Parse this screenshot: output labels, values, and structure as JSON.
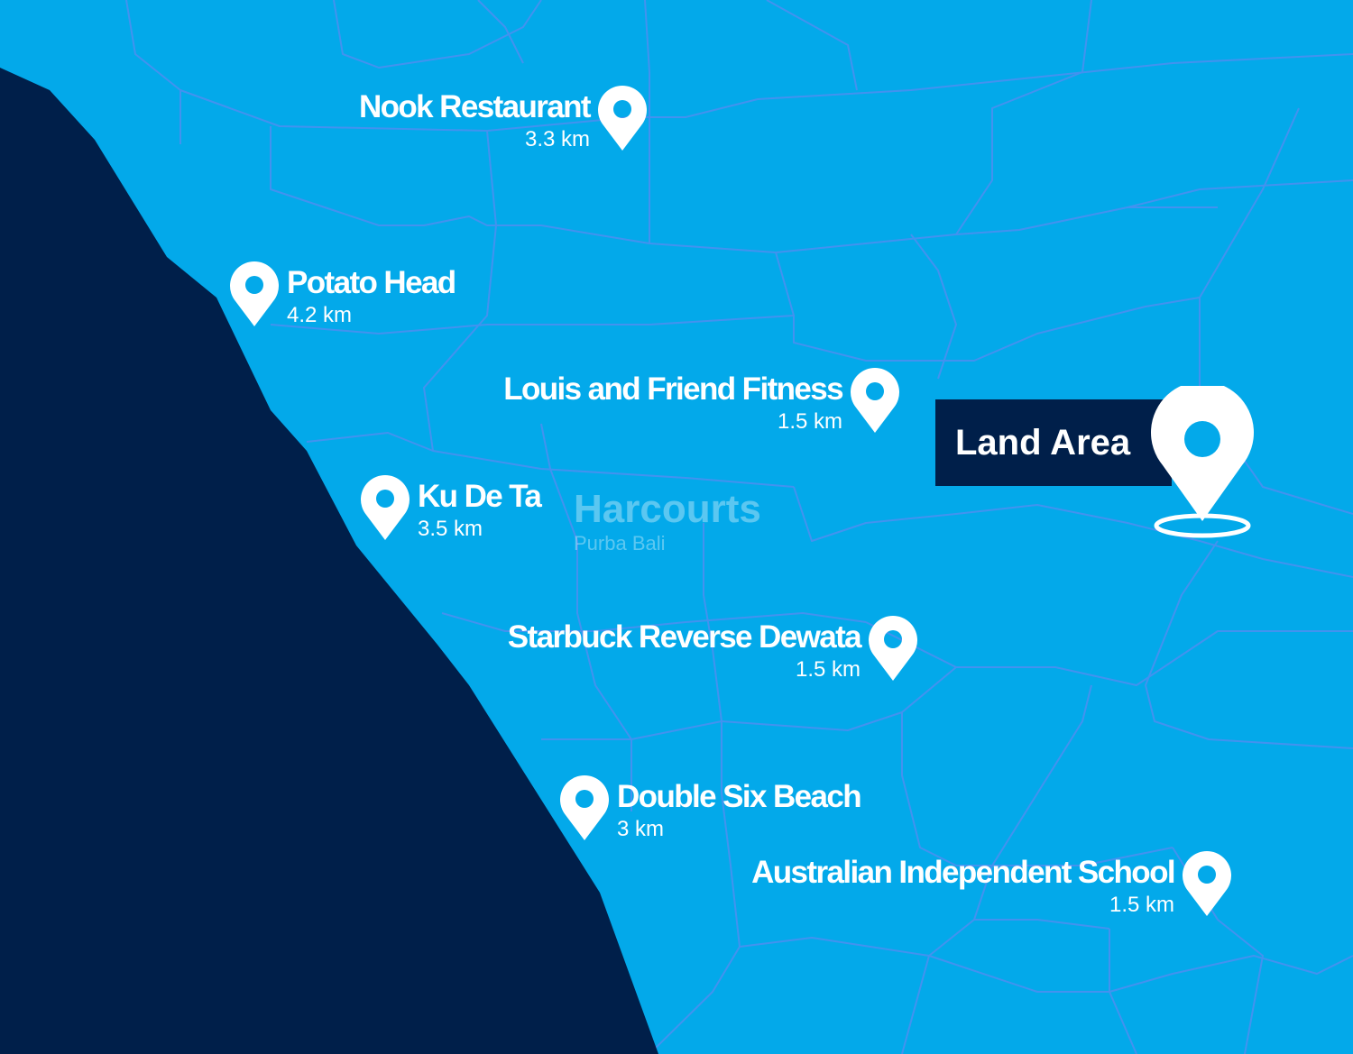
{
  "colors": {
    "land": "#03a9ea",
    "sea": "#001f4a",
    "roads": "#4f8ff0",
    "marker": "#ffffff"
  },
  "places": [
    {
      "name": "Nook Restaurant",
      "distance": "3.3 km",
      "icon": "map-pin-icon"
    },
    {
      "name": "Potato Head",
      "distance": "4.2 km",
      "icon": "map-pin-icon"
    },
    {
      "name": "Louis and Friend Fitness",
      "distance": "1.5 km",
      "icon": "map-pin-icon"
    },
    {
      "name": "Ku De Ta",
      "distance": "3.5 km",
      "icon": "map-pin-icon"
    },
    {
      "name": "Starbuck Reverse Dewata",
      "distance": "1.5 km",
      "icon": "map-pin-icon"
    },
    {
      "name": "Double Six Beach",
      "distance": "3 km",
      "icon": "map-pin-icon"
    },
    {
      "name": "Australian Independent School",
      "distance": "1.5 km",
      "icon": "map-pin-icon"
    }
  ],
  "target": {
    "label": "Land Area",
    "icon": "location-pin-icon"
  },
  "watermark": {
    "brand": "Harcourts",
    "sub": "Purba Bali"
  }
}
